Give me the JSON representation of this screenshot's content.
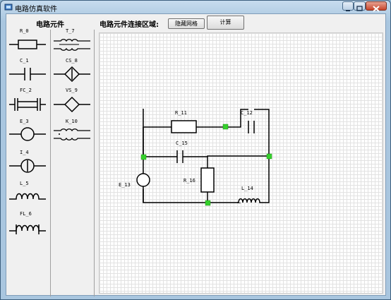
{
  "window": {
    "title": "电路仿真软件"
  },
  "palette": {
    "title": "电路元件",
    "left": [
      {
        "label": "R_0",
        "icon": "resistor-icon"
      },
      {
        "label": "C_1",
        "icon": "capacitor-icon"
      },
      {
        "label": "FC_2",
        "icon": "double-capacitor-icon"
      },
      {
        "label": "E_3",
        "icon": "voltage-source-icon"
      },
      {
        "label": "I_4",
        "icon": "current-source-icon"
      },
      {
        "label": "L_5",
        "icon": "inductor-icon"
      },
      {
        "label": "FL_6",
        "icon": "core-inductor-icon"
      }
    ],
    "right": [
      {
        "label": "T_7",
        "icon": "transformer-icon"
      },
      {
        "label": "CS_8",
        "icon": "controlled-current-source-icon"
      },
      {
        "label": "VS_9",
        "icon": "controlled-voltage-source-icon"
      },
      {
        "label": "K_10",
        "icon": "coupled-inductor-icon"
      }
    ]
  },
  "workspace": {
    "title": "电路元件连接区域:",
    "hide_grid_label": "隐藏网格",
    "calculate_label": "计算"
  },
  "circuit": {
    "components": [
      {
        "label": "R_11",
        "type": "resistor"
      },
      {
        "label": "C_12",
        "type": "capacitor"
      },
      {
        "label": "C_15",
        "type": "capacitor"
      },
      {
        "label": "E_13",
        "type": "voltage-source"
      },
      {
        "label": "R_16",
        "type": "resistor"
      },
      {
        "label": "L_14",
        "type": "inductor"
      }
    ],
    "node_color": "#35d12c"
  }
}
